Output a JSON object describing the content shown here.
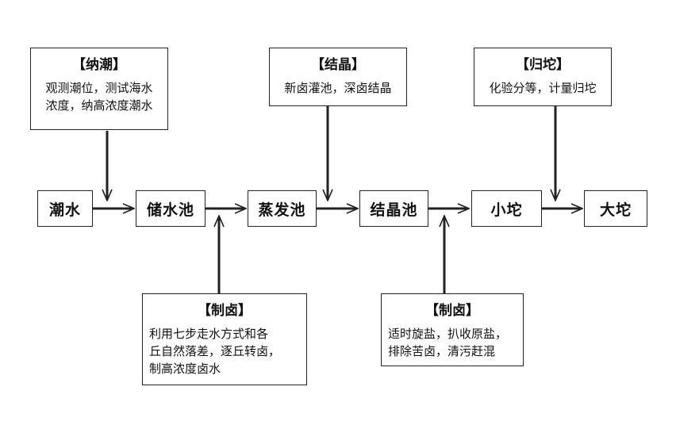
{
  "nodes": {
    "chaoshui": "潮水",
    "chushuichi": "储水池",
    "zhengfachi": "蒸发池",
    "jiejingchi": "结晶池",
    "xiaotuo": "小坨",
    "datuo": "大坨"
  },
  "notes": {
    "nachao": {
      "title": "【纳潮】",
      "lines": [
        "观测潮位，测试海水",
        "浓度，纳高浓度潮水"
      ]
    },
    "jiejing": {
      "title": "【结晶】",
      "lines": [
        "新卤灌池，深卤结晶"
      ]
    },
    "guituo": {
      "title": "【归坨】",
      "lines": [
        "化验分等，计量归坨"
      ]
    },
    "zhilu1": {
      "title": "【制卤】",
      "lines": [
        "利用七步走水方式和各",
        "丘自然落差，逐丘转卤，",
        "制高浓度卤水"
      ]
    },
    "zhilu2": {
      "title": "【制卤】",
      "lines": [
        "适时旋盐，扒收原盐，",
        "排除苦卤，清污赶混"
      ]
    }
  }
}
